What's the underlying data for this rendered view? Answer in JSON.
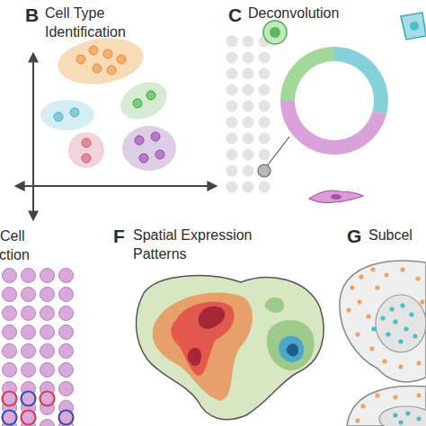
{
  "diagram": {
    "labels": [
      "B",
      "Cell Type Identification",
      "C",
      "Deconvolution",
      "Cell",
      "ction",
      "F",
      "Spatial Expression Patterns",
      "G",
      "Subcel"
    ]
  }
}
